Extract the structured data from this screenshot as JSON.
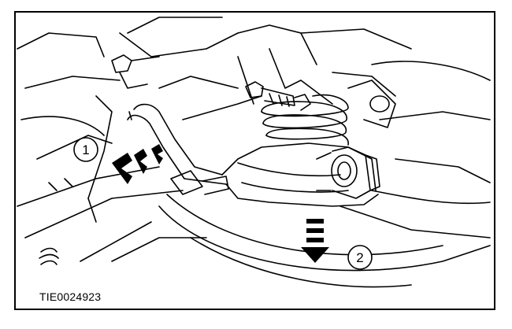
{
  "figure": {
    "id": "TIE0024923",
    "callouts": [
      {
        "label": "1"
      },
      {
        "label": "2"
      }
    ],
    "colors": {
      "line": "#000000",
      "background": "#ffffff"
    }
  }
}
